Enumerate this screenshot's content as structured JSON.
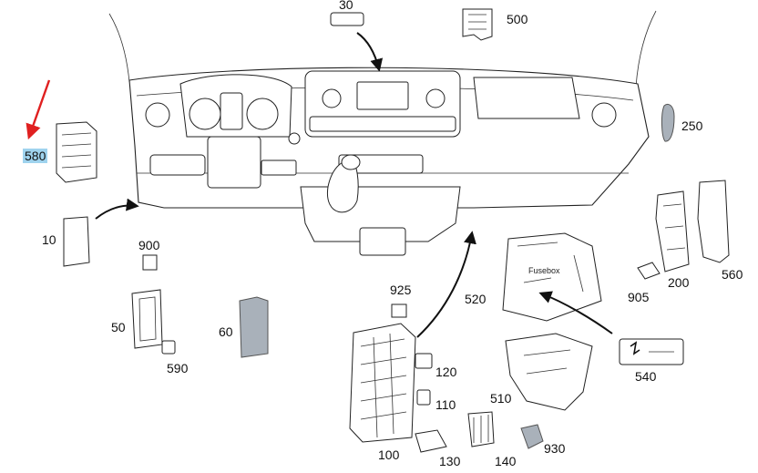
{
  "labels": {
    "l30": "30",
    "l500": "500",
    "l580": "580",
    "l250": "250",
    "l10": "10",
    "l900": "900",
    "l50": "50",
    "l590": "590",
    "l60": "60",
    "l925": "925",
    "l520": "520",
    "l200": "200",
    "l560": "560",
    "l905": "905",
    "l120": "120",
    "l110": "110",
    "l510": "510",
    "l540": "540",
    "l100": "100",
    "l130": "130",
    "l140": "140",
    "l930": "930"
  },
  "fusebox_text": "Fusebox",
  "colors": {
    "highlight": "#9fd3ee",
    "pointer_arrow": "#e02020",
    "grey_part": "#a9b1ba"
  }
}
